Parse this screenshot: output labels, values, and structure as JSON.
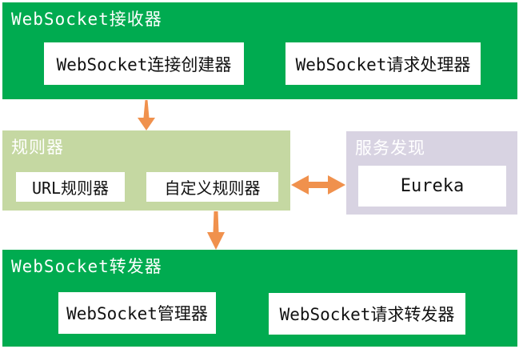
{
  "boxes": {
    "receiver": {
      "title": "WebSocket接收器",
      "items": [
        "WebSocket连接创建器",
        "WebSocket请求处理器"
      ]
    },
    "rules": {
      "title": "规则器",
      "items": [
        "URL规则器",
        "自定义规则器"
      ]
    },
    "discovery": {
      "title": "服务发现",
      "items": [
        "Eureka"
      ]
    },
    "forwarder": {
      "title": "WebSocket转发器",
      "items": [
        "WebSocket管理器",
        "WebSocket请求转发器"
      ]
    }
  },
  "arrows": [
    {
      "name": "receiver-to-rules",
      "direction": "down"
    },
    {
      "name": "rules-discovery",
      "direction": "both"
    },
    {
      "name": "rules-to-forwarder",
      "direction": "down"
    }
  ],
  "colors": {
    "green": "#00AB50",
    "light_green": "#C5D8A2",
    "lavender": "#D8D3E2",
    "arrow": "#F0914D",
    "title_text": "#ffffff",
    "inner_text": "#111111"
  }
}
